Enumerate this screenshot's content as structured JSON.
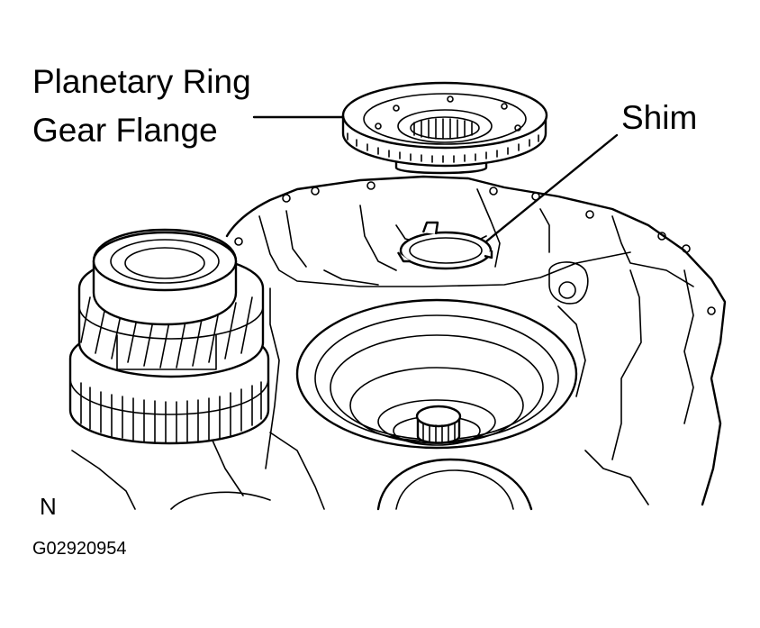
{
  "labels": {
    "ring_gear_line1": "Planetary Ring",
    "ring_gear_line2": "Gear Flange",
    "shim": "Shim",
    "orientation": "N",
    "figure_code": "G02920954"
  }
}
